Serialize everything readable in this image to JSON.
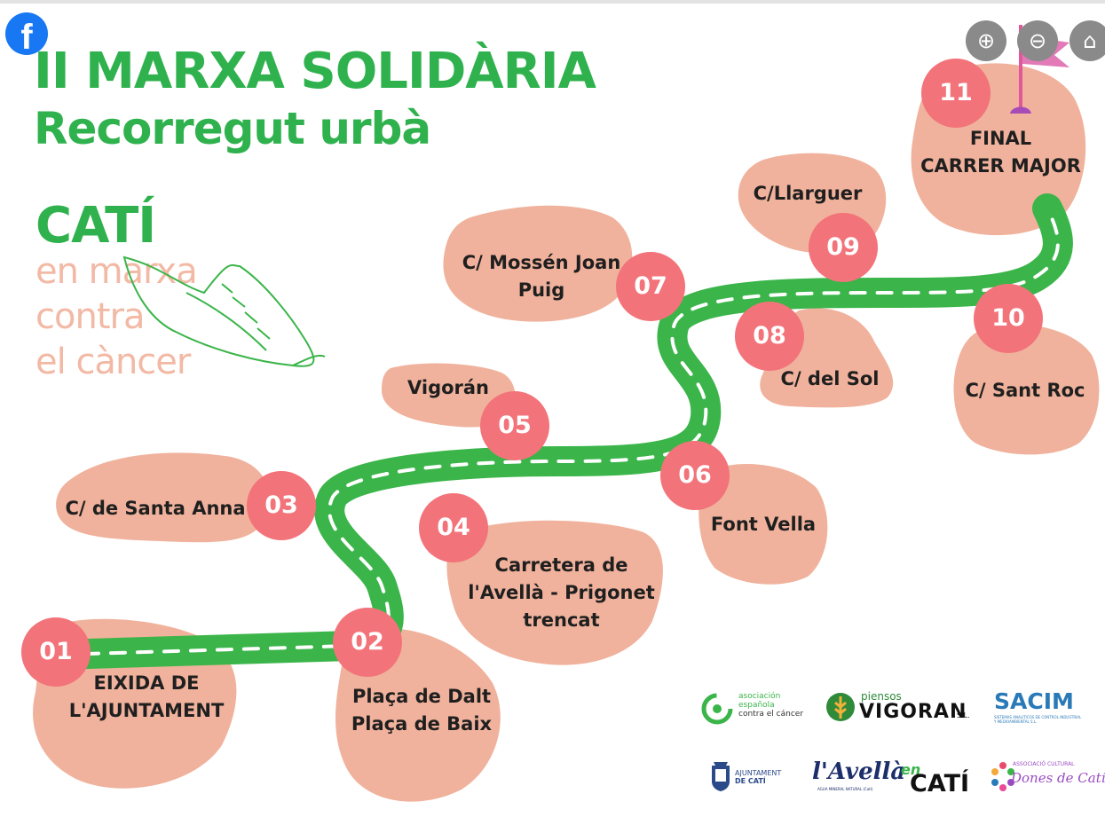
{
  "header": {
    "title_line1": "II MARXA SOLIDÀRIA",
    "title_line2": "Recorregut urbà"
  },
  "slogan": {
    "brand": "CATÍ",
    "line1": "en marxa",
    "line2": "contra",
    "line3": "el càncer"
  },
  "controls": {
    "facebook_icon": "facebook-icon",
    "zoom_in_icon": "zoom-in-icon",
    "zoom_out_icon": "zoom-out-icon",
    "tag_icon": "tag-icon"
  },
  "stops": [
    {
      "number": "01",
      "label_line1": "EIXIDA DE",
      "label_line2": "L'AJUNTAMENT"
    },
    {
      "number": "02",
      "label_line1": "Plaça de Dalt",
      "label_line2": "Plaça de Baix"
    },
    {
      "number": "03",
      "label_line1": "C/ de Santa Anna",
      "label_line2": ""
    },
    {
      "number": "04",
      "label_line1": "Carretera de",
      "label_line2": "l'Avellà - Prigonet",
      "label_line3": "trencat"
    },
    {
      "number": "05",
      "label_line1": "Vigorán",
      "label_line2": ""
    },
    {
      "number": "06",
      "label_line1": "Font Vella",
      "label_line2": ""
    },
    {
      "number": "07",
      "label_line1": "C/ Mossén Joan",
      "label_line2": "Puig"
    },
    {
      "number": "08",
      "label_line1": "C/ del Sol",
      "label_line2": ""
    },
    {
      "number": "09",
      "label_line1": "C/Llarguer",
      "label_line2": ""
    },
    {
      "number": "10",
      "label_line1": "C/ Sant Roc",
      "label_line2": ""
    },
    {
      "number": "11",
      "label_line1": "FINAL",
      "label_line2": "CARRER MAJOR"
    }
  ],
  "sponsors": {
    "aecc_line1": "asociación",
    "aecc_line2": "española",
    "aecc_line3": "contra el cáncer",
    "piensos_small": "piensos",
    "piensos_big": "VIGORAN",
    "piensos_sl": "S.L.",
    "sacim": "SACIM",
    "sacim_sub": "SISTEMAS ANALITICOS DE CONTROL INDUSTRIAL Y MEDIOAMBIENTAL S.L.",
    "ajuntament_line1": "AJUNTAMENT",
    "ajuntament_line2": "DE CATÍ",
    "avella": "l'Avellà",
    "avella_sub": "AGUA MINERAL NATURAL (Catí)",
    "encati_small": "en",
    "encati_big": "CATÍ",
    "dones_small": "ASSOCIACIÓ CULTURAL",
    "dones_big": "Dones de Catí"
  },
  "colors": {
    "road": "#3bb54a",
    "blob": "#f0b29c",
    "stop": "#f2737a",
    "title": "#2fb24e"
  }
}
